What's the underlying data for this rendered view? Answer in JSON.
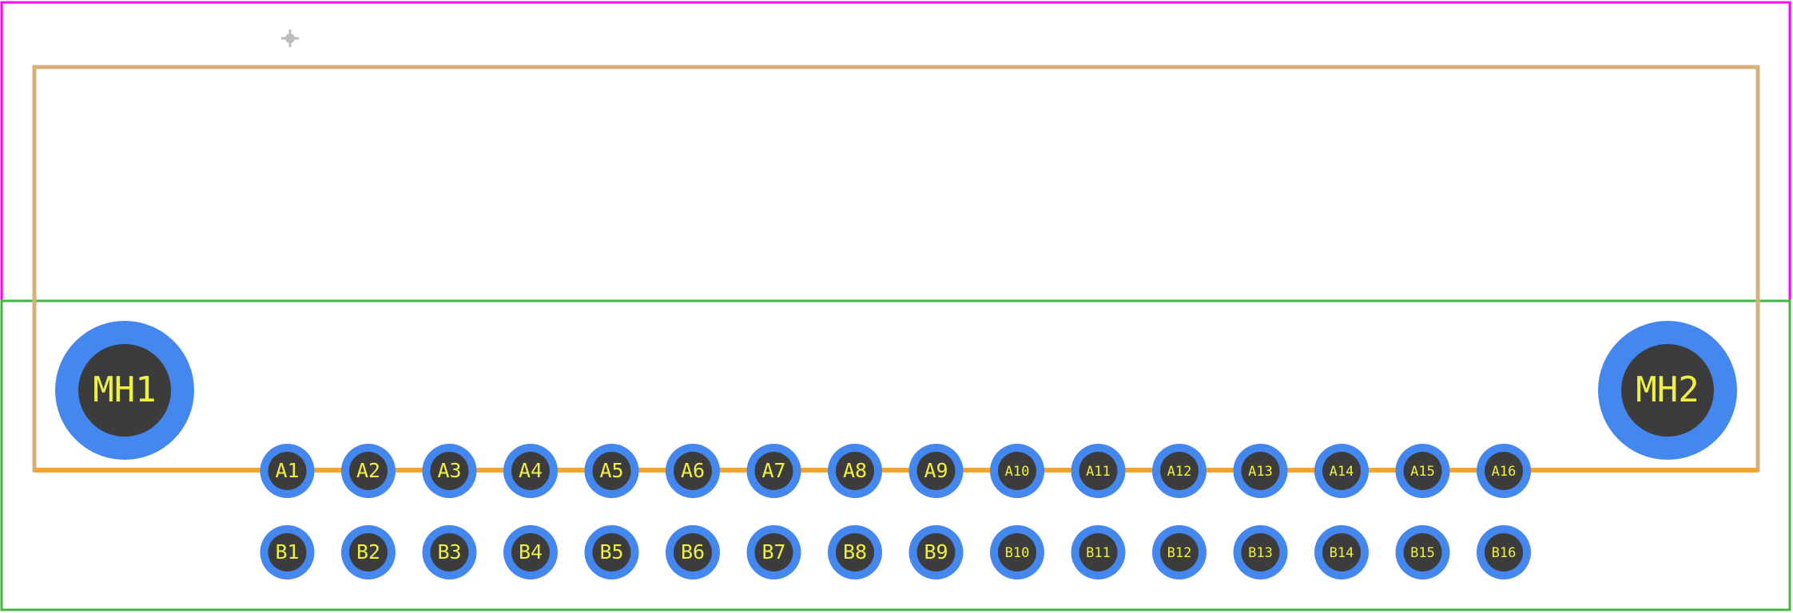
{
  "footprint": {
    "colors": {
      "courtyard": "#ff00ff",
      "keepout": "#44b544",
      "silkscreen": "#d8b07a",
      "edge": "#f5a52a",
      "pad_ring": "#4487ee",
      "pad_hole": "#3c3c3c",
      "label": "#f0f040",
      "origin_marker": "#bcbcbc"
    },
    "icons": [
      "origin-marker-icon"
    ],
    "mounting_holes": [
      {
        "label": "MH1"
      },
      {
        "label": "MH2"
      }
    ],
    "row_a": [
      "A1",
      "A2",
      "A3",
      "A4",
      "A5",
      "A6",
      "A7",
      "A8",
      "A9",
      "A10",
      "A11",
      "A12",
      "A13",
      "A14",
      "A15",
      "A16"
    ],
    "row_b": [
      "B1",
      "B2",
      "B3",
      "B4",
      "B5",
      "B6",
      "B7",
      "B8",
      "B9",
      "B10",
      "B11",
      "B12",
      "B13",
      "B14",
      "B15",
      "B16"
    ]
  }
}
